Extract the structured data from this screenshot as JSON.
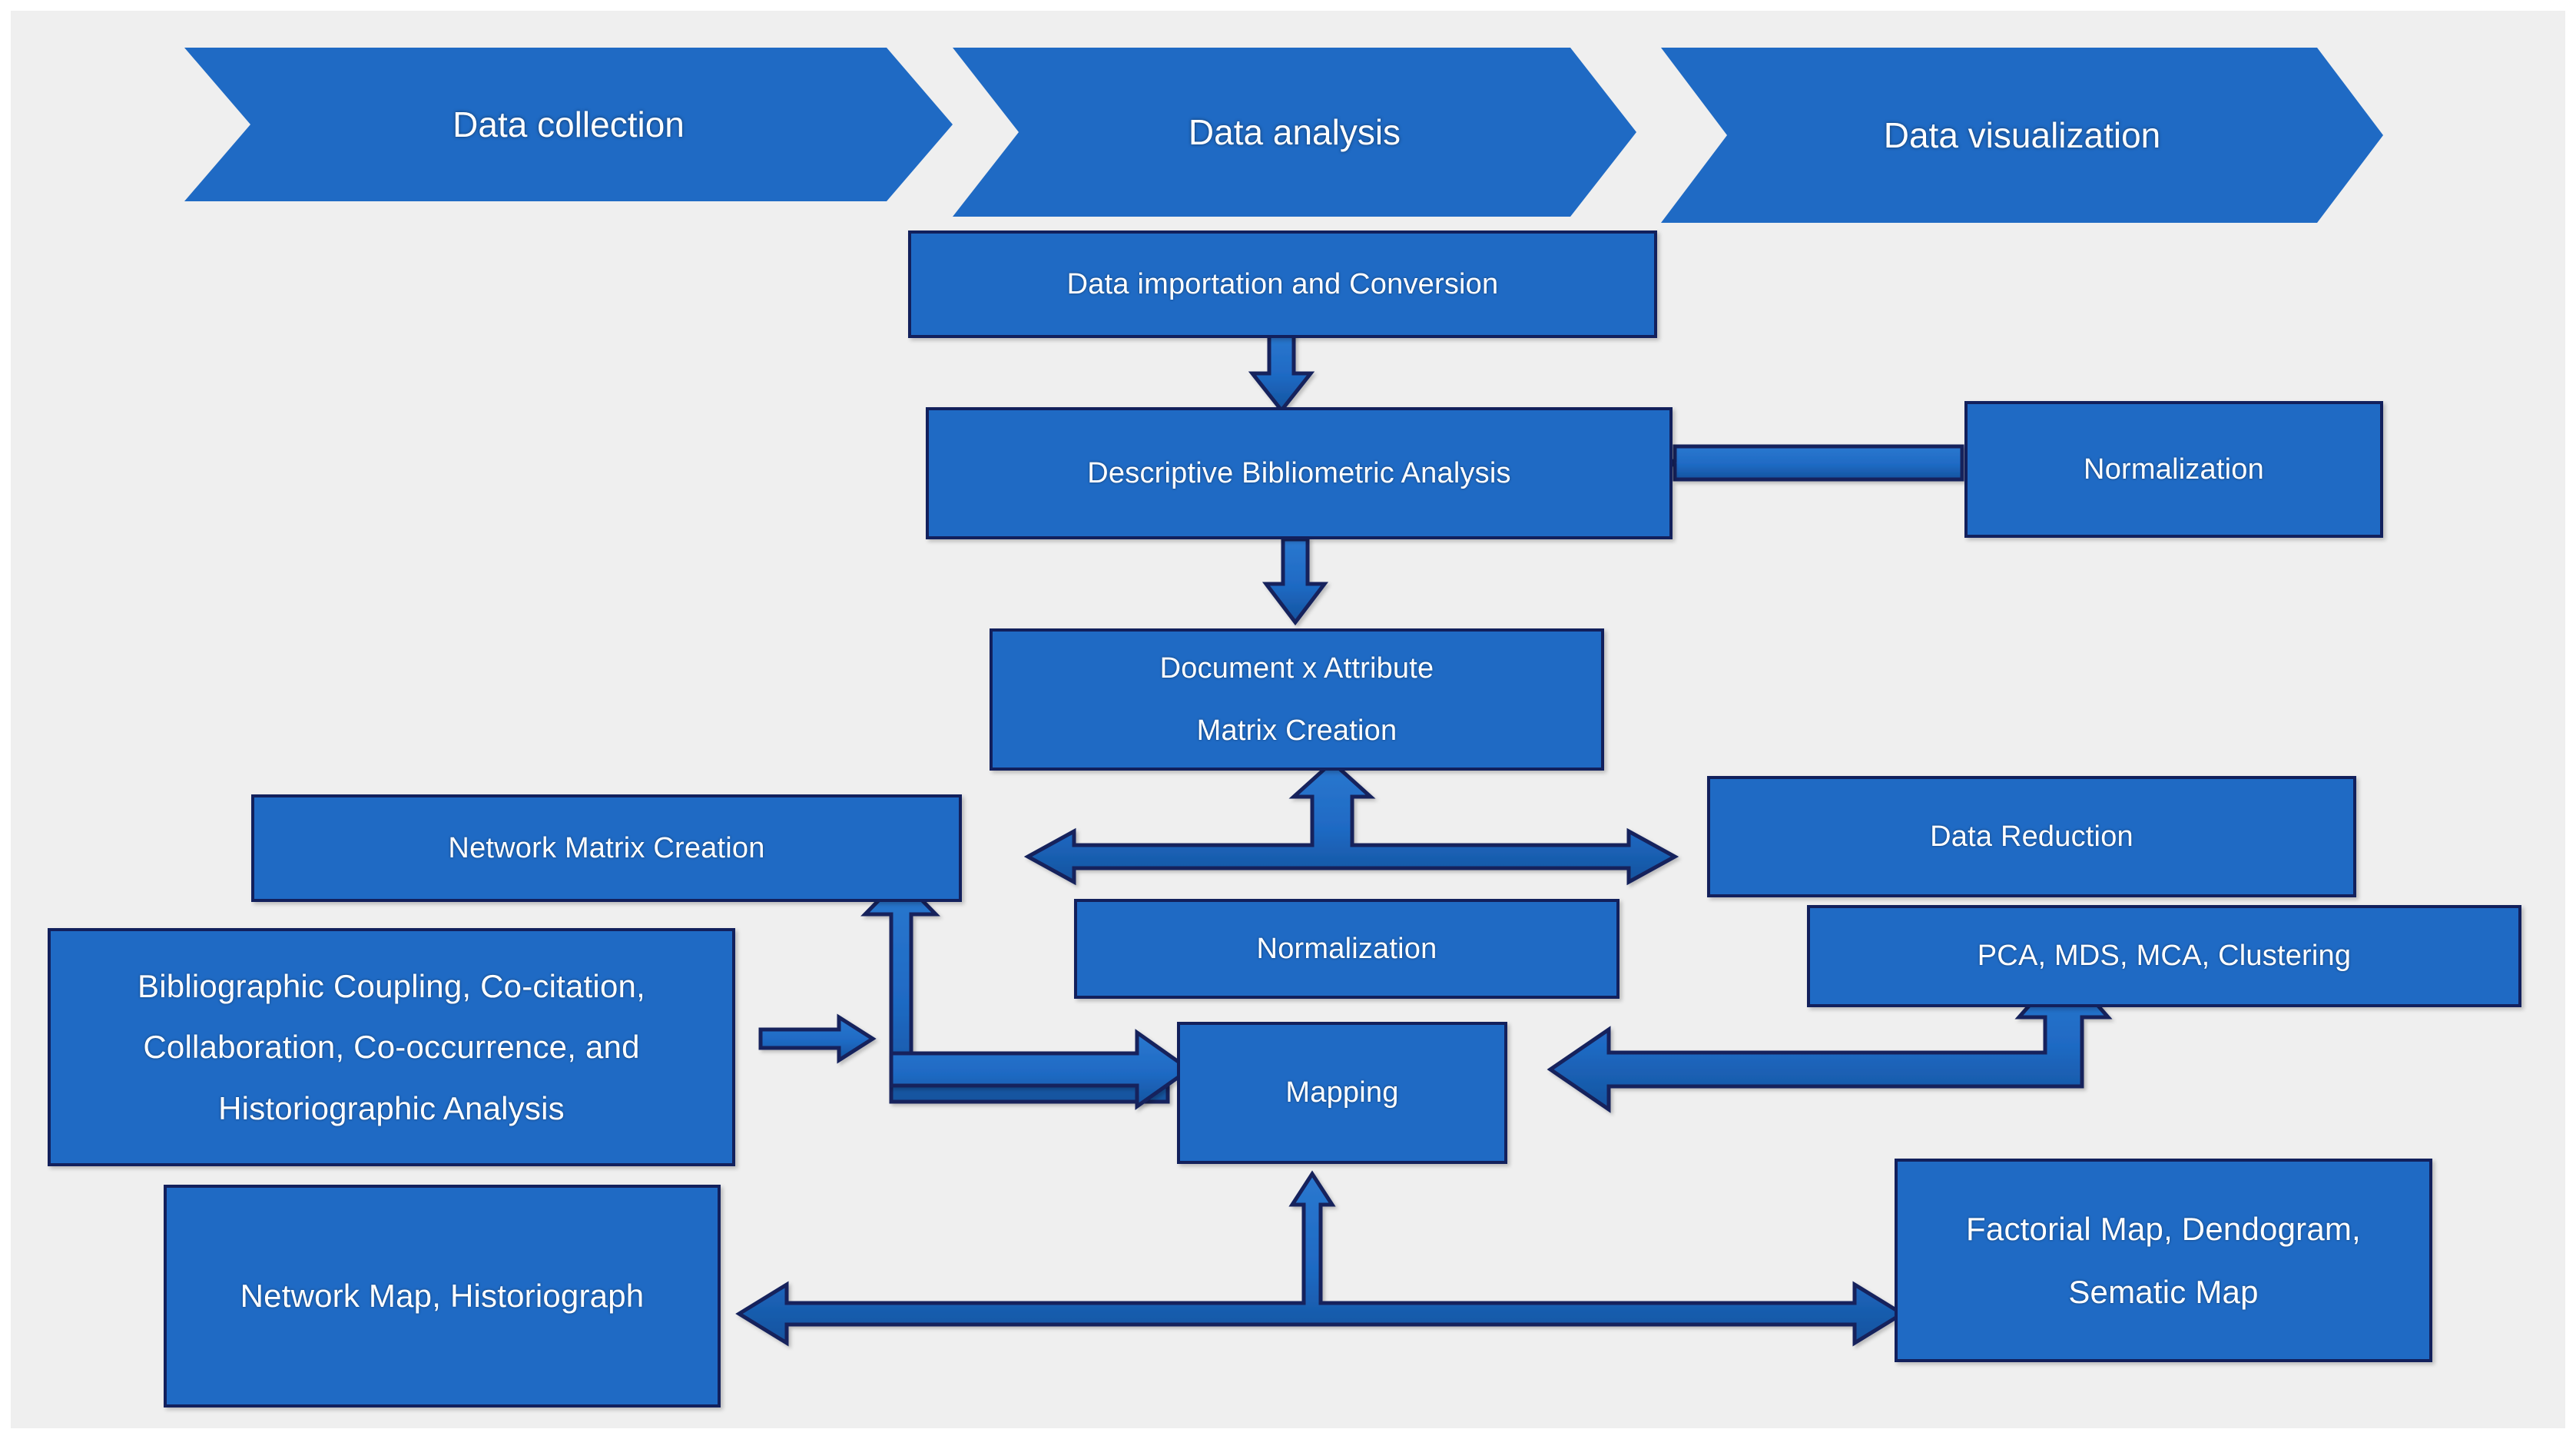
{
  "diagram": {
    "title": "Bibliometric analysis workflow",
    "background_color": "#efefef",
    "node_fill": "#1f6ac4",
    "node_border": "#12205c",
    "text_color": "#ffffff"
  },
  "banners": [
    {
      "label": "Data collection"
    },
    {
      "label": "Data analysis"
    },
    {
      "label": "Data visualization"
    }
  ],
  "nodes": {
    "import": {
      "label": "Data importation and Conversion"
    },
    "descriptive": {
      "label": "Descriptive Bibliometric Analysis"
    },
    "normalization_top": {
      "label": "Normalization"
    },
    "matrix_line1": {
      "label": "Document x Attribute"
    },
    "matrix_line2": {
      "label": "Matrix Creation"
    },
    "network_matrix": {
      "label": "Network Matrix Creation"
    },
    "data_reduction": {
      "label": "Data Reduction"
    },
    "normalization_mid": {
      "label": "Normalization"
    },
    "pca": {
      "label": "PCA, MDS, MCA, Clustering"
    },
    "methods_line1": {
      "label": "Bibliographic Coupling, Co-citation,"
    },
    "methods_line2": {
      "label": "Collaboration, Co-occurrence, and"
    },
    "methods_line3": {
      "label": "Historiographic Analysis"
    },
    "mapping": {
      "label": "Mapping"
    },
    "network_map": {
      "label": "Network Map, Historiograph"
    },
    "factorial_line1": {
      "label": "Factorial Map, Dendogram,"
    },
    "factorial_line2": {
      "label": "Sematic Map"
    }
  },
  "connectors": [
    {
      "name": "import-to-descriptive",
      "kind": "arrow-down"
    },
    {
      "name": "normalization-top-to-descriptive",
      "kind": "arrow-left"
    },
    {
      "name": "descriptive-to-matrix",
      "kind": "arrow-down"
    },
    {
      "name": "matrix-bidirectional-bus",
      "kind": "double-arrow-horizontal"
    },
    {
      "name": "bus-to-matrix",
      "kind": "arrow-up"
    },
    {
      "name": "methods-to-elbow",
      "kind": "arrow-right-small"
    },
    {
      "name": "elbow-up-to-network-matrix",
      "kind": "elbow-arrow-up"
    },
    {
      "name": "elbow-right-to-mapping",
      "kind": "elbow-arrow-right"
    },
    {
      "name": "mapping-to-pca-elbow",
      "kind": "elbow-double-arrow"
    },
    {
      "name": "bottom-bidirectional-bus",
      "kind": "double-arrow-horizontal"
    },
    {
      "name": "bottom-bus-to-mapping",
      "kind": "arrow-up"
    }
  ]
}
